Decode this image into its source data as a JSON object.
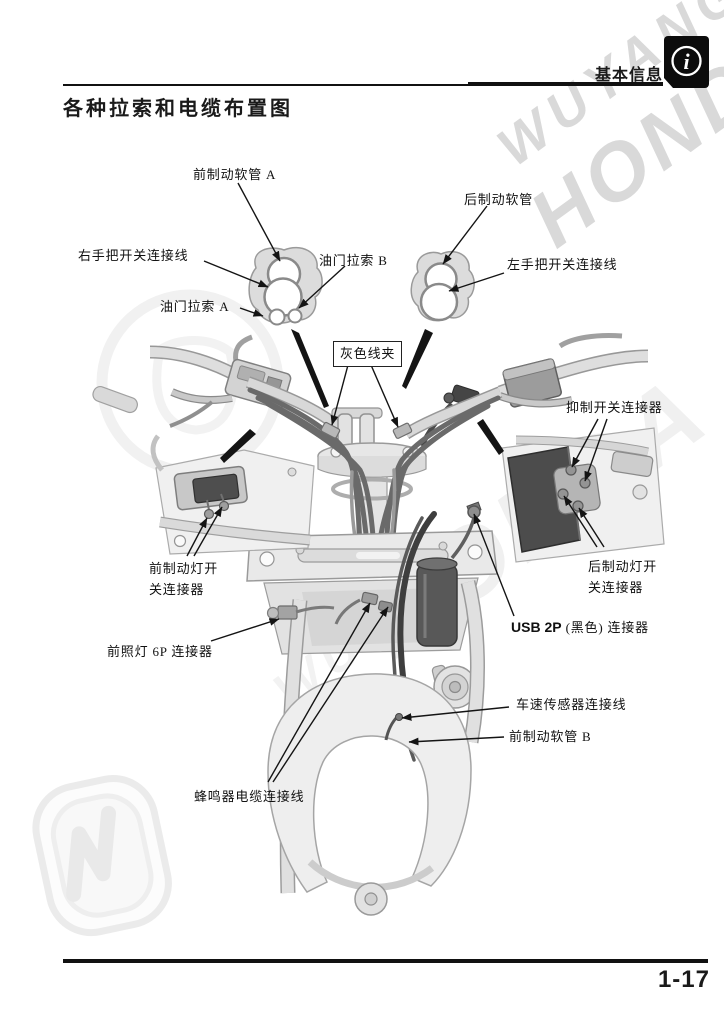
{
  "header": {
    "section": "基本信息",
    "info_icon": "info-icon"
  },
  "title": "各种拉索和电缆布置图",
  "footer": {
    "page_number": "1-17"
  },
  "watermark": {
    "line1": "WUYANG",
    "line2": "HONDA"
  },
  "colors": {
    "rule": "#111111",
    "watermark_strong": "#d9d9d9",
    "watermark_faint": "#f0f0f0",
    "icon_bg": "#0c0c0c"
  },
  "diagram": {
    "labels": {
      "front_brake_hose_a": {
        "text": "前制动软管 A"
      },
      "rear_brake_hose": {
        "text": "后制动软管"
      },
      "right_handlebar_switch_wire": {
        "text": "右手把开关连接线"
      },
      "throttle_cable_b": {
        "text": "油门拉索 B"
      },
      "throttle_cable_a": {
        "text": "油门拉索 A"
      },
      "left_handlebar_switch_wire": {
        "text": "左手把开关连接线"
      },
      "gray_clip": {
        "text": "灰色线夹"
      },
      "inhibitor_switch_connector": {
        "text": "抑制开关连接器"
      },
      "front_brake_light_switch_connector": {
        "line1": "前制动灯开",
        "line2": "关连接器"
      },
      "rear_brake_light_switch_connector": {
        "line1": "后制动灯开",
        "line2": "关连接器"
      },
      "headlight_6p_connector": {
        "text": "前照灯 6P 连接器"
      },
      "usb_2p_connector": {
        "latin": "USB 2P",
        "rest": " (黑色) 连接器"
      },
      "speed_sensor_wire": {
        "text": "车速传感器连接线"
      },
      "front_brake_hose_b": {
        "text": "前制动软管 B"
      },
      "buzzer_cable_wire": {
        "text": "蜂鸣器电缆连接线"
      }
    }
  }
}
